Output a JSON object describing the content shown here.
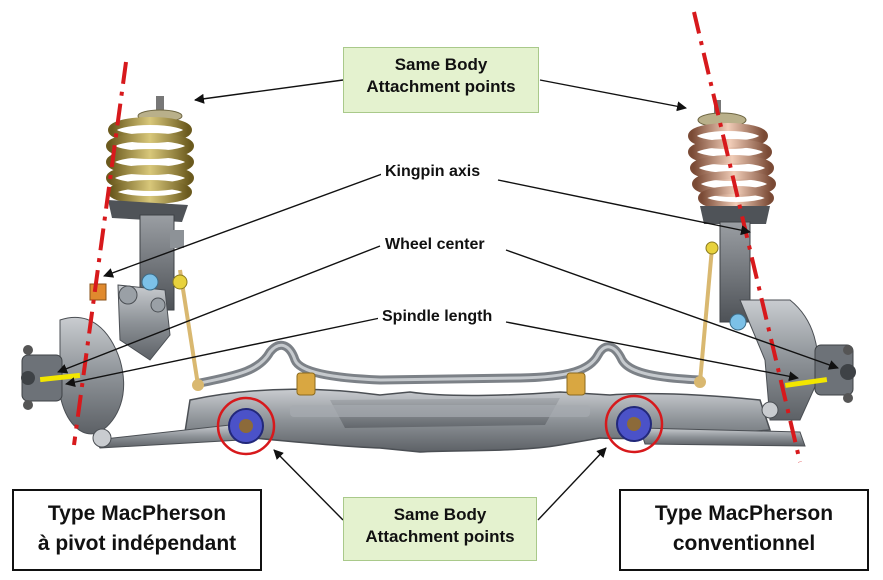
{
  "callouts": {
    "top": {
      "line1": "Same Body",
      "line2": "Attachment points"
    },
    "bottom": {
      "line1": "Same Body",
      "line2": "Attachment points"
    }
  },
  "labels": {
    "kingpin": "Kingpin axis",
    "wheel_center": "Wheel center",
    "spindle": "Spindle length"
  },
  "type_boxes": {
    "left": {
      "line1": "Type MacPherson",
      "line2": "à pivot indépendant"
    },
    "right": {
      "line1": "Type MacPherson",
      "line2": "conventionnel"
    }
  },
  "colors": {
    "kingpin_axis_line": "#d7191c",
    "callout_fill": "#e4f2cf",
    "attachment_circle": "#d7191c",
    "spindle_marker": "#f2e600"
  }
}
